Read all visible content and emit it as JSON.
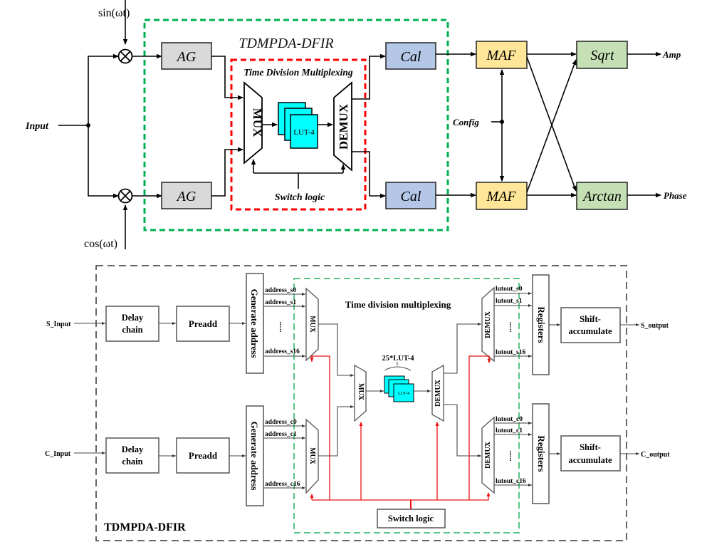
{
  "top_diagram": {
    "signals": {
      "sin": "sin(ωt)",
      "cos": "cos(ωt)",
      "input": "Input",
      "config": "Config",
      "amp": "Amp",
      "phase": "Phase"
    },
    "outer_region_label": "TDMPDA-DFIR",
    "inner_region_label": "Time Division Multiplexing",
    "blocks": {
      "ag_top": "AG",
      "ag_bottom": "AG",
      "mux": "MUX",
      "lut": "LUT-4",
      "demux": "DEMUX",
      "switch_logic": "Switch logic",
      "cal_top": "Cal",
      "cal_bottom": "Cal",
      "maf_top": "MAF",
      "maf_bottom": "MAF",
      "sqrt": "Sqrt",
      "arctan": "Arctan"
    },
    "colors": {
      "ag": "#d9d9d9",
      "lut": "#00ffff",
      "cal": "#b4c7e7",
      "maf": "#ffe699",
      "sqrt_arctan": "#c5e0b4",
      "outer_border": "#00b050",
      "inner_border": "#ff0000"
    }
  },
  "bottom_diagram": {
    "frame_label": "TDMPDA-DFIR",
    "tdm_label": "Time division multiplexing",
    "s_path": {
      "input": "S_Input",
      "delay": [
        "Delay",
        "chain"
      ],
      "preadd": "Preadd",
      "gen_addr": "Generate address",
      "addresses": [
        "address_s0",
        "address_s1",
        "......",
        "address_s16"
      ],
      "mux": "MUX",
      "demux": "DEMUX",
      "lutouts": [
        "lutout_s0",
        "lutout_s1",
        "......",
        "lutout_s16"
      ],
      "registers": "Registers",
      "shift_acc": [
        "Shift-",
        "accumulate"
      ],
      "output": "S_output"
    },
    "c_path": {
      "input": "C_Input",
      "delay": [
        "Delay",
        "chain"
      ],
      "preadd": "Preadd",
      "gen_addr": "Generate address",
      "addresses": [
        "address_c0",
        "address_c1",
        "......",
        "address_c16"
      ],
      "mux": "MUX",
      "demux": "DEMUX",
      "lutouts": [
        "lutout_c0",
        "lutout_c1",
        "......",
        "lutout_c16"
      ],
      "registers": "Registers",
      "shift_acc": [
        "Shift-",
        "accumulate"
      ],
      "output": "C_output"
    },
    "center": {
      "mux": "MUX",
      "demux": "DEMUX",
      "lut_count": "25*LUT-4",
      "lut": "LUT-4",
      "switch_logic": "Switch logic"
    },
    "colors": {
      "frame_border": "#333333",
      "tdm_border": "#22b060",
      "control_lines": "#ee1111",
      "lut": "#00ffff"
    }
  }
}
